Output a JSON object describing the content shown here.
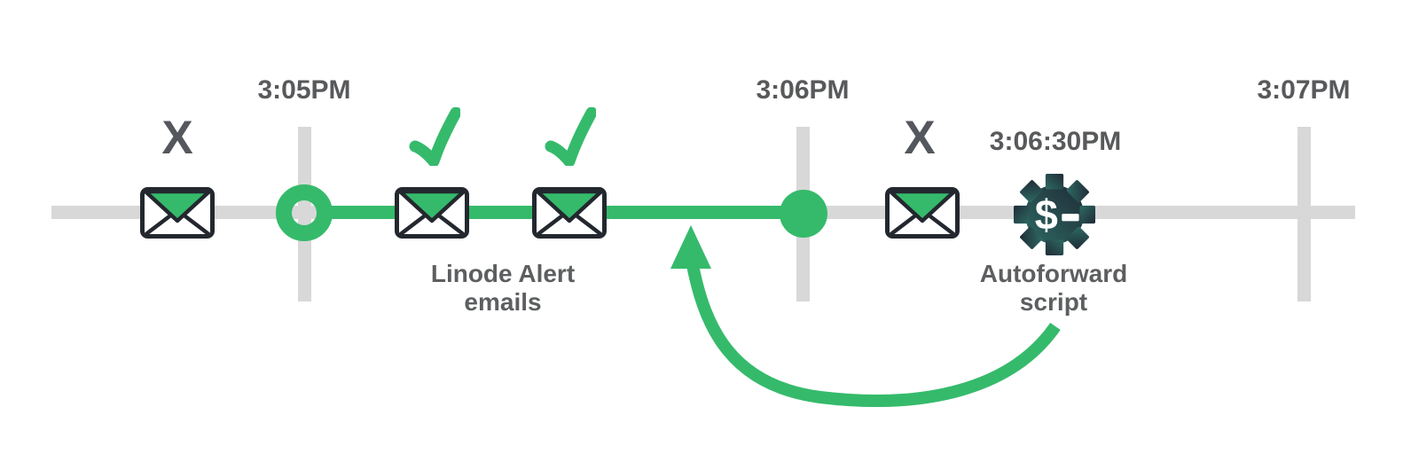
{
  "diagram": {
    "description": "Email timeline showing Linode Alert emails delivered between 3:05PM and 3:06PM, blocked emails before and after, and an Autoforward script run at 3:06:30PM pointing back into the delivery window",
    "timeline": {
      "ticks": [
        {
          "label": "3:05PM"
        },
        {
          "label": "3:06PM"
        },
        {
          "label": "3:07PM"
        }
      ]
    },
    "marks": {
      "x": "X"
    },
    "groups": {
      "linode_alert": {
        "line1": "Linode Alert",
        "line2": "emails"
      },
      "autoforward": {
        "time": "3:06:30PM",
        "line1": "Autoforward",
        "line2": "script"
      }
    },
    "gear": {
      "glyph": "$"
    },
    "colors": {
      "background": "#ffffff",
      "green": "#35ba6b",
      "track_gray": "#d8d8d8",
      "label_gray": "#58595b",
      "x_gray": "#54575d",
      "envelope_stroke": "#23282f",
      "gear_dark": "#1f2b37",
      "gear_teal": "#2e6a63"
    }
  }
}
